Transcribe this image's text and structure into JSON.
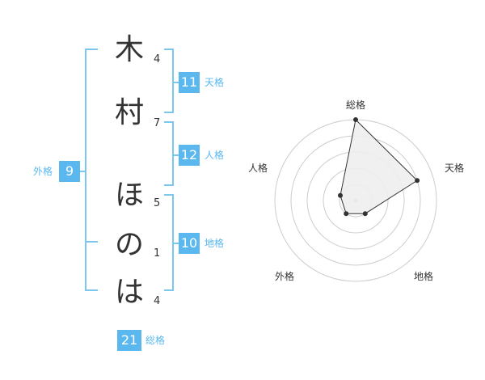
{
  "name": {
    "chars": [
      {
        "char": "木",
        "strokes": "4"
      },
      {
        "char": "村",
        "strokes": "7"
      },
      {
        "char": "ほ",
        "strokes": "5"
      },
      {
        "char": "の",
        "strokes": "1"
      },
      {
        "char": "は",
        "strokes": "4"
      }
    ]
  },
  "kaku": {
    "ten": {
      "value": "11",
      "label": "天格"
    },
    "jin": {
      "value": "12",
      "label": "人格"
    },
    "chi": {
      "value": "10",
      "label": "地格"
    },
    "gai": {
      "value": "9",
      "label": "外格"
    },
    "sou": {
      "value": "21",
      "label": "総格"
    }
  },
  "chart_data": {
    "type": "radar",
    "axes": [
      "総格",
      "天格",
      "地格",
      "外格",
      "人格"
    ],
    "values": [
      5,
      4,
      1,
      1,
      1
    ],
    "max": 5,
    "rings": 5,
    "colors": {
      "fill": "#eeeeee",
      "line": "#333333",
      "grid": "#cccccc",
      "point": "#333333",
      "center": "#bbbbbb"
    }
  },
  "colors": {
    "accent": "#5ab8ef"
  }
}
